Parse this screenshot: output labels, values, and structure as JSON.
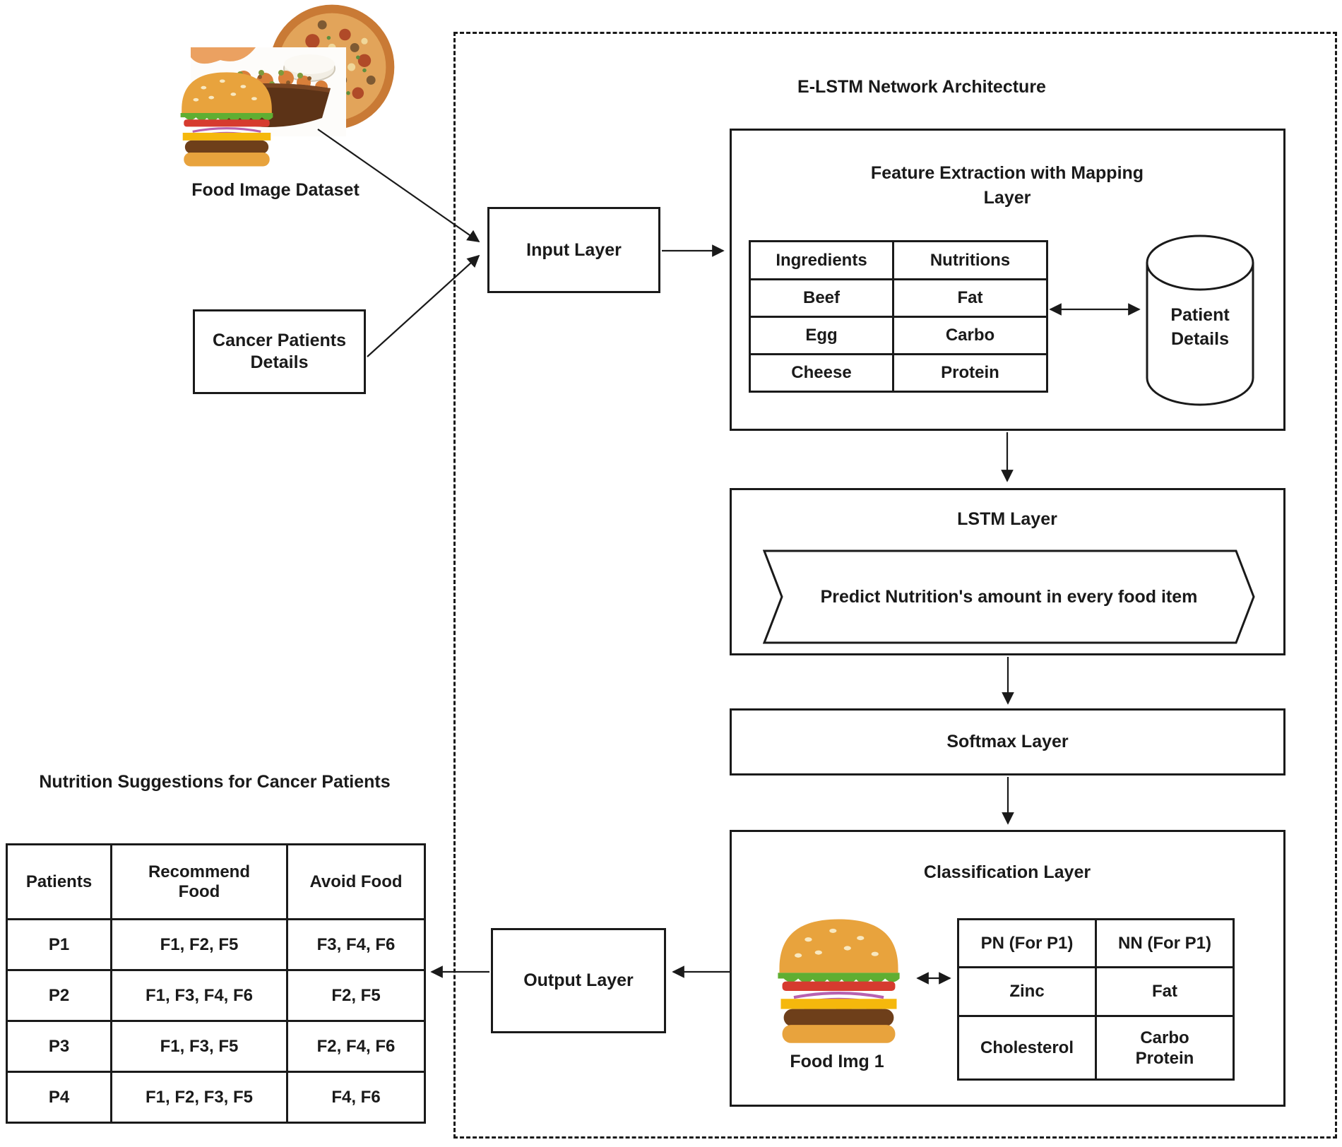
{
  "architecture": {
    "title": "E-LSTM Network Architecture"
  },
  "food_dataset": {
    "label": "Food Image Dataset"
  },
  "cancer_patients": {
    "label": "Cancer Patients Details"
  },
  "input_layer": {
    "label": "Input Layer"
  },
  "feature_extraction": {
    "title": "Feature Extraction with Mapping Layer",
    "mapping_table": {
      "headers": [
        "Ingredients",
        "Nutritions"
      ],
      "rows": [
        [
          "Beef",
          "Fat"
        ],
        [
          "Egg",
          "Carbo"
        ],
        [
          "Cheese",
          "Protein"
        ]
      ]
    },
    "datastore": {
      "label": "Patient Details"
    }
  },
  "lstm_layer": {
    "title": "LSTM Layer",
    "banner_text": "Predict Nutrition's amount in every food item"
  },
  "softmax_layer": {
    "label": "Softmax Layer"
  },
  "classification_layer": {
    "title": "Classification Layer",
    "food_image_caption": "Food Img 1",
    "nutrition_table": {
      "headers": [
        "PN (For P1)",
        "NN (For P1)"
      ],
      "rows": [
        [
          "Zinc",
          "Fat"
        ],
        [
          "Cholesterol",
          "Carbo Protein"
        ]
      ]
    }
  },
  "output_layer": {
    "label": "Output Layer"
  },
  "suggestions": {
    "title": "Nutrition Suggestions for Cancer Patients",
    "table": {
      "headers": [
        "Patients",
        "Recommend Food",
        "Avoid Food"
      ],
      "rows": [
        [
          "P1",
          "F1, F2, F5",
          "F3, F4, F6"
        ],
        [
          "P2",
          "F1, F3, F4, F6",
          "F2, F5"
        ],
        [
          "P3",
          "F1, F3, F5",
          "F2, F4, F6"
        ],
        [
          "P4",
          "F1, F2, F3, F5",
          "F4, F6"
        ]
      ]
    }
  }
}
